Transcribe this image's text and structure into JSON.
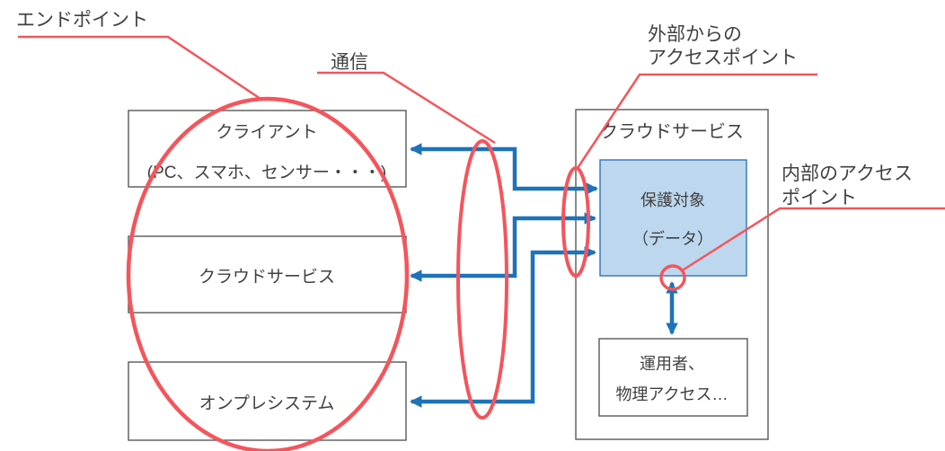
{
  "diagram_title": "endpoint-communication-access-point-security-diagram",
  "colors": {
    "red_highlight": "#f4555c",
    "blue_connector": "#1d73b9",
    "protected_fill": "#bdd7ee",
    "protected_border": "#2e74b5",
    "text": "#404040",
    "box_border": "#595959",
    "background": "#ffffff"
  },
  "callouts": {
    "endpoint": {
      "label": "エンドポイント"
    },
    "communication": {
      "label": "通信"
    },
    "external_access_point": {
      "line1": "外部からの",
      "line2": "アクセスポイント"
    },
    "internal_access_point": {
      "line1": "内部のアクセス",
      "line2": "ポイント"
    }
  },
  "left_column": {
    "client_box": {
      "line1": "クライアント",
      "line2": "(PC、スマホ、センサー・・・)"
    },
    "cloud_box": {
      "label": "クラウドサービス"
    },
    "onprem_box": {
      "label": "オンプレシステム"
    }
  },
  "right_column": {
    "container_title": "クラウドサービス",
    "protected_box": {
      "line1": "保護対象",
      "line2": "（データ）"
    },
    "operator_box": {
      "line1": "運用者、",
      "line2": "物理アクセス…"
    }
  }
}
